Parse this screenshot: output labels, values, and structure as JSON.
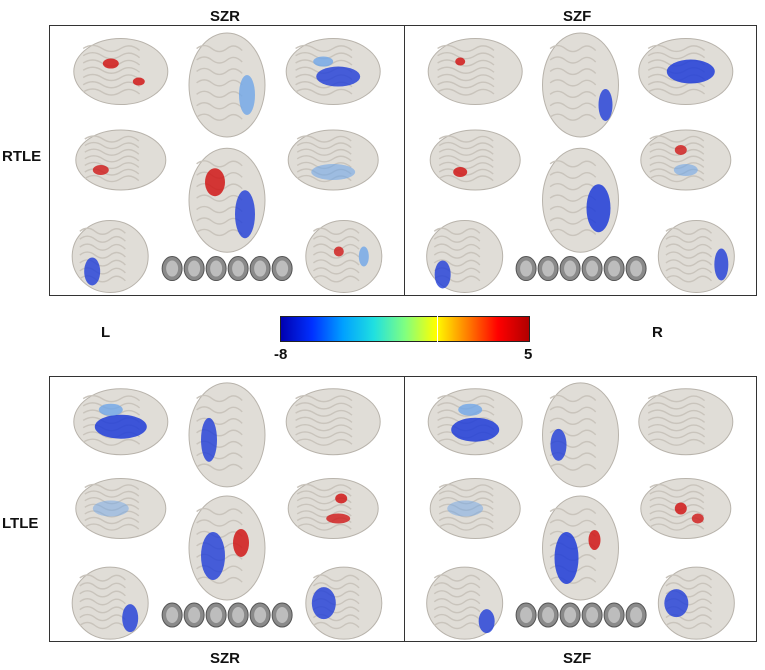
{
  "columns": {
    "left": "SZR",
    "right": "SZF"
  },
  "rows": {
    "top": "RTLE",
    "bottom": "LTLE"
  },
  "hemispheres": {
    "left": "L",
    "right": "R"
  },
  "colorbar": {
    "min_label": "-8",
    "max_label": "5",
    "colors": [
      "#0000b0",
      "#0030ff",
      "#00a0ff",
      "#20e0e0",
      "#80ff80",
      "#ffff00",
      "#ff8000",
      "#ff0000",
      "#b00000"
    ]
  },
  "brain_colors": {
    "surface": "#e0ddd7",
    "gyrus": "#c9c4bc",
    "neg": "#1e3cd8",
    "neg_light": "#6fa6e8",
    "pos": "#d01818"
  }
}
